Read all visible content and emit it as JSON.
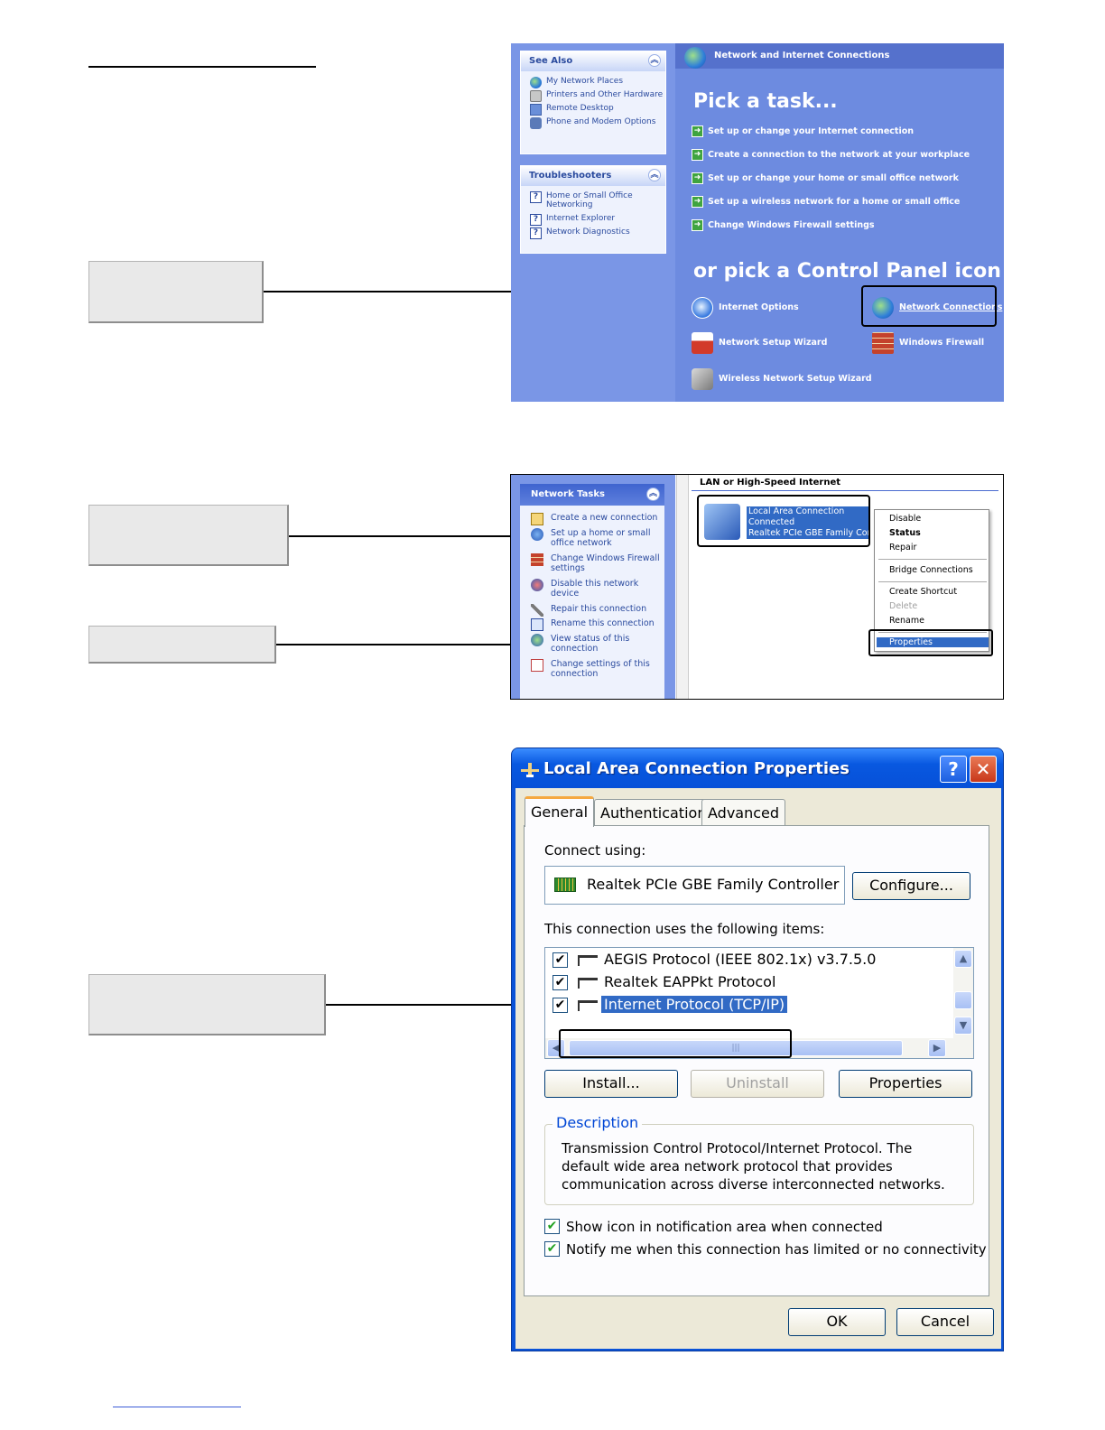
{
  "network_connections_panel": {
    "header_title": "Network and Internet Connections",
    "see_also": {
      "title": "See Also",
      "items": [
        {
          "label": "My Network Places",
          "icon": "globe-icon"
        },
        {
          "label": "Printers and Other Hardware",
          "icon": "printer-icon"
        },
        {
          "label": "Remote Desktop",
          "icon": "remote-desktop-icon"
        },
        {
          "label": "Phone and Modem Options",
          "icon": "phone-icon"
        }
      ]
    },
    "troubleshooters": {
      "title": "Troubleshooters",
      "items": [
        {
          "label": "Home or Small Office Networking",
          "icon": "help-icon"
        },
        {
          "label": "Internet Explorer",
          "icon": "help-icon"
        },
        {
          "label": "Network Diagnostics",
          "icon": "help-icon"
        }
      ]
    },
    "pick_task_title": "Pick a task...",
    "tasks": [
      "Set up or change your Internet connection",
      "Create a connection to the network at your workplace",
      "Set up or change your home or small office network",
      "Set up a wireless network for a home or small office",
      "Change Windows Firewall settings"
    ],
    "pick_icon_title": "or pick a Control Panel icon",
    "icons": [
      {
        "label": "Internet Options",
        "icon": "internet-options-icon"
      },
      {
        "label": "Network Connections",
        "icon": "network-connections-icon"
      },
      {
        "label": "Network Setup Wizard",
        "icon": "network-setup-wizard-icon"
      },
      {
        "label": "Windows Firewall",
        "icon": "firewall-icon"
      },
      {
        "label": "Wireless Network Setup Wizard",
        "icon": "wireless-wizard-icon"
      }
    ]
  },
  "network_connections_window": {
    "tasks_title": "Network Tasks",
    "tasks": [
      {
        "label": "Create a new connection",
        "icon": "new-connection-icon"
      },
      {
        "label": "Set up a home or small office network",
        "icon": "home-network-icon"
      },
      {
        "label": "Change Windows Firewall settings",
        "icon": "firewall-icon"
      },
      {
        "label": "Disable this network device",
        "icon": "disable-device-icon"
      },
      {
        "label": "Repair this connection",
        "icon": "wrench-icon"
      },
      {
        "label": "Rename this connection",
        "icon": "rename-icon"
      },
      {
        "label": "View status of this connection",
        "icon": "status-icon"
      },
      {
        "label": "Change settings of this connection",
        "icon": "settings-icon"
      }
    ],
    "group_title": "LAN or High-Speed Internet",
    "connection": {
      "name": "Local Area Connection",
      "status": "Connected",
      "adapter": "Realtek PCIe GBE Family Con"
    },
    "context_menu": {
      "items": [
        "Disable",
        "Status",
        "Repair",
        "Bridge Connections",
        "Create Shortcut",
        "Delete",
        "Rename",
        "Properties"
      ],
      "bold_item": "Status",
      "disabled_item": "Delete",
      "selected_item": "Properties"
    }
  },
  "properties_dialog": {
    "title": "Local Area Connection Properties",
    "title_buttons": {
      "help": "?",
      "close": "✕"
    },
    "tabs": [
      "General",
      "Authentication",
      "Advanced"
    ],
    "active_tab": "General",
    "connect_using_label": "Connect using:",
    "adapter_name": "Realtek PCIe GBE Family Controller",
    "configure_button": "Configure...",
    "items_label": "This connection uses the following items:",
    "items": [
      {
        "label": "AEGIS Protocol (IEEE 802.1x) v3.7.5.0",
        "checked": true,
        "selected": false
      },
      {
        "label": "Realtek EAPPkt Protocol",
        "checked": true,
        "selected": false
      },
      {
        "label": "Internet Protocol (TCP/IP)",
        "checked": true,
        "selected": true
      }
    ],
    "checkmark": "✔",
    "scroll_grip": "|||",
    "install_button": "Install...",
    "uninstall_button": "Uninstall",
    "properties_button": "Properties",
    "description_legend": "Description",
    "description_text": "Transmission Control Protocol/Internet Protocol. The default wide area network protocol that provides communication across diverse interconnected networks.",
    "show_icon_label": "Show icon in notification area when connected",
    "show_icon_checked": true,
    "notify_label": "Notify me when this connection has limited or no connectivity",
    "notify_checked": true,
    "ok_button": "OK",
    "cancel_button": "Cancel"
  },
  "colors": {
    "xp_blue": "#0a53d8",
    "task_pane_blue": "#6d8be0",
    "selection_blue": "#316ac5",
    "callout_gray": "#e9e9e9"
  }
}
